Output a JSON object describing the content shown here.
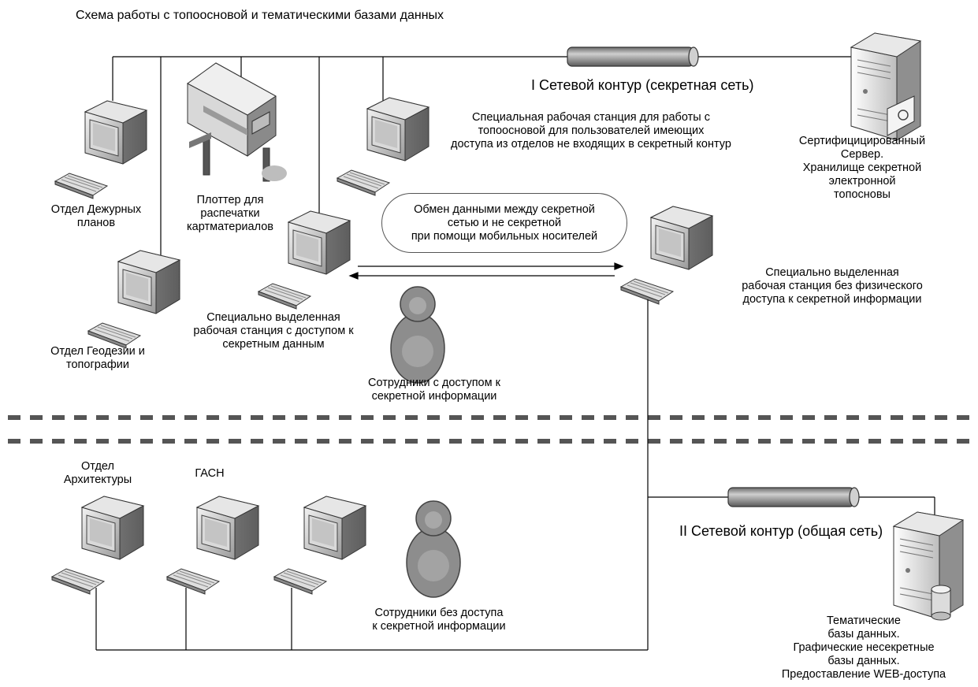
{
  "title": "Схема работы с топоосновой и тематическими базами данных",
  "contour1_label": "I Сетевой контур (секретная сеть)",
  "contour2_label": "II Сетевой контур (общая сеть)",
  "labels": {
    "duty_dept": "Отдел Дежурных\nпланов",
    "geodesy_dept": "Отдел Геодезии и\nтопографии",
    "plotter": "Плоттер для\nраспечатки\nкартматериалов",
    "special_ws_topo": "Специальная рабочая станция для работы с\nтопоосновой для пользователей имеющих\nдоступа из отделов не входящих в секретный контур",
    "secure_server": "Сертифицицированный\nСервер.\nХранилище  секретной\nэлектронной\nтопосновы",
    "exchange": "Обмен данными между секретной\nсетью и не секретной\nпри помощи мобильных носителей",
    "secret_ws": "Специально выделенная\nрабочая станция с доступом к\nсекретным данным",
    "isolated_ws": "Специально выделенная\nрабочая станция без физического\nдоступа к секретной информации",
    "staff_secret": "Сотрудники с доступом к\nсекретной информации",
    "arch_dept": "Отдел\nАрхитектуры",
    "gasn": "ГАСН",
    "staff_public": "Сотрудники без доступа\nк секретной информации",
    "public_server": "Тематические\nбазы данных.\nГрафические несекретные\nбазы данных.\nПредоставление WEB-доступа"
  },
  "icons": {
    "workstation": "computer-icon",
    "plotter": "plotter-icon",
    "server": "server-icon",
    "person": "user-icon",
    "network_bus": "network-cable-icon"
  }
}
